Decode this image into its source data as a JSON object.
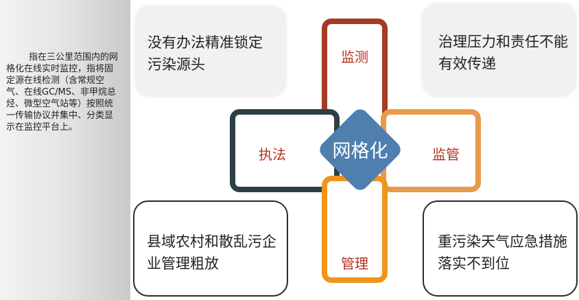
{
  "sidebar": {
    "description": "指在三公里范围内的网格化在线实时监控，指将固定源在线检测（含常规空气、在线GC/MS、非甲烷总烃、微型空气站等）按照统一传输协议并集中、分类显示在监控平台上。"
  },
  "cards": {
    "top_left": "没有办法精准锁定污染源头",
    "top_right": "治理压力和责任不能有效传递",
    "bottom_left": "县域农村和散乱污企业管理粗放",
    "bottom_right": "重污染天气应急措施落实不到位"
  },
  "cross": {
    "center": "网格化",
    "top": "监测",
    "left": "执法",
    "right": "监管",
    "bottom": "管理"
  },
  "colors": {
    "top_arm": "#a63a22",
    "left_arm": "#2e3f45",
    "right_arm": "#e89a4a",
    "bottom_arm": "#f0951c",
    "center": "#4f7fae",
    "label": "#b2321d"
  }
}
